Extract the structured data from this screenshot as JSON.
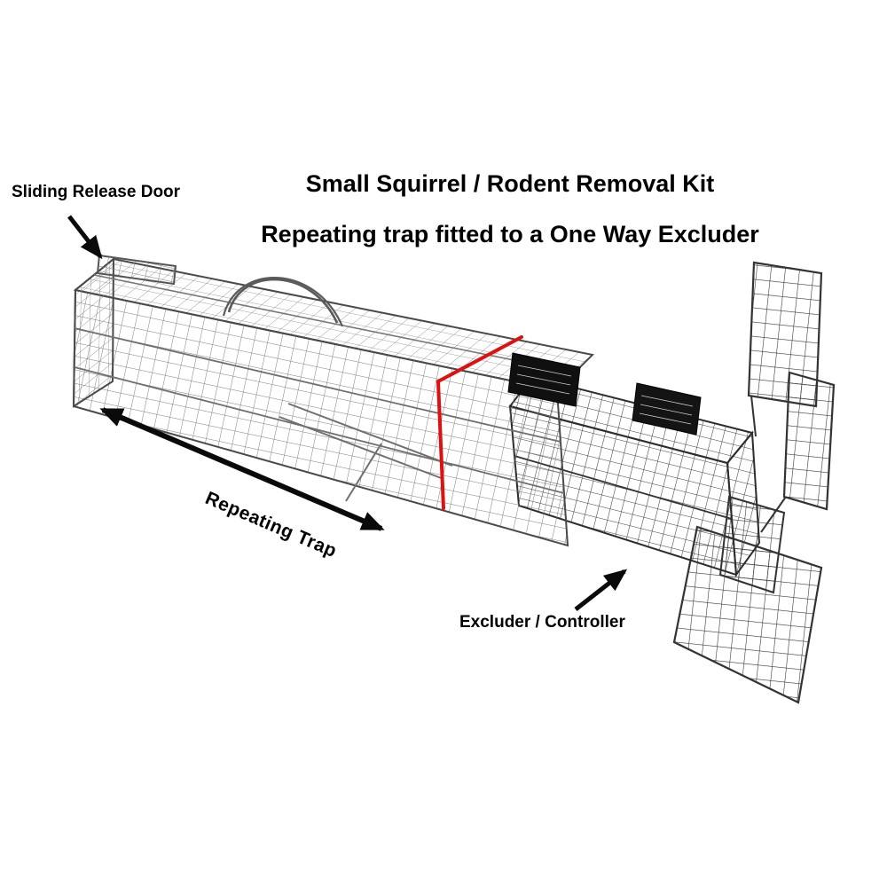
{
  "title": "Small Squirrel / Rodent Removal Kit",
  "subtitle": "Repeating trap fitted to a One Way Excluder",
  "annotations": {
    "sliding_release_door": "Sliding Release Door",
    "repeating_trap": "Repeating Trap",
    "excluder_controller": "Excluder / Controller"
  },
  "colors": {
    "background": "#ffffff",
    "text": "#000000",
    "arrow": "#0a0a0a",
    "divider_line": "#dd1111",
    "wire_light": "#6a6a6a",
    "wire_dark": "#303030"
  }
}
